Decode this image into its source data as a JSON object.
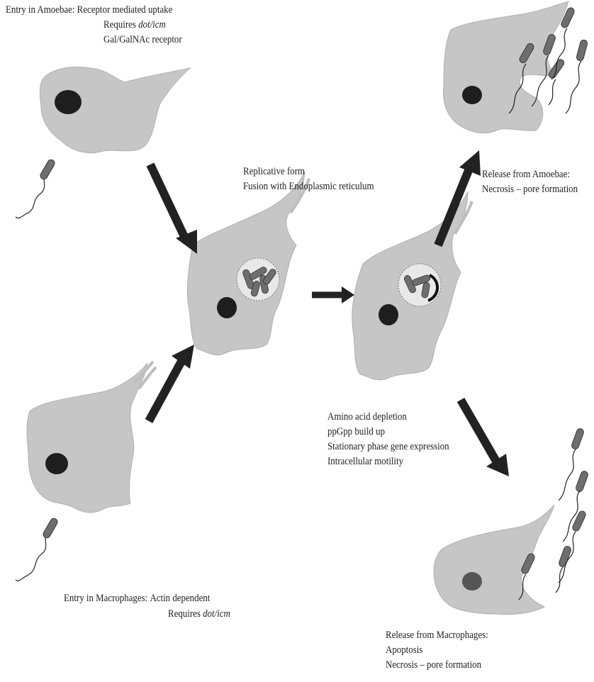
{
  "colors": {
    "cell": "#c6c6c6",
    "cell_edge": "#a9a9a9",
    "nucleus": "#1e1e1e",
    "bacterium": "#6e6e6e",
    "arrow": "#222222",
    "vacuole": "#e8e8e8"
  },
  "entry_amoebae": {
    "heading": "Entry in Amoebae:",
    "line1": "Receptor mediated uptake",
    "line2_prefix": "Requires ",
    "line2_italic": "dot/icm",
    "line3": "Gal/GalNAc receptor"
  },
  "replicative": {
    "line1": "Replicative form",
    "line2": "Fusion with Endoplasmic reticulum"
  },
  "release_amoebae": {
    "heading": "Release from Amoebae:",
    "line1": "Necrosis – pore formation"
  },
  "conditions": {
    "line1": "Amino acid depletion",
    "line2": "ppGpp build up",
    "line3": "Stationary phase gene expression",
    "line4": "Intracellular motility"
  },
  "entry_macrophages": {
    "heading": "Entry in Macrophages:",
    "line1": "Actin dependent",
    "line2_prefix": "Requires ",
    "line2_italic": "dot/icm"
  },
  "release_macrophages": {
    "heading": "Release from Macrophages:",
    "line1": "Apoptosis",
    "line2": "Necrosis – pore formation"
  }
}
